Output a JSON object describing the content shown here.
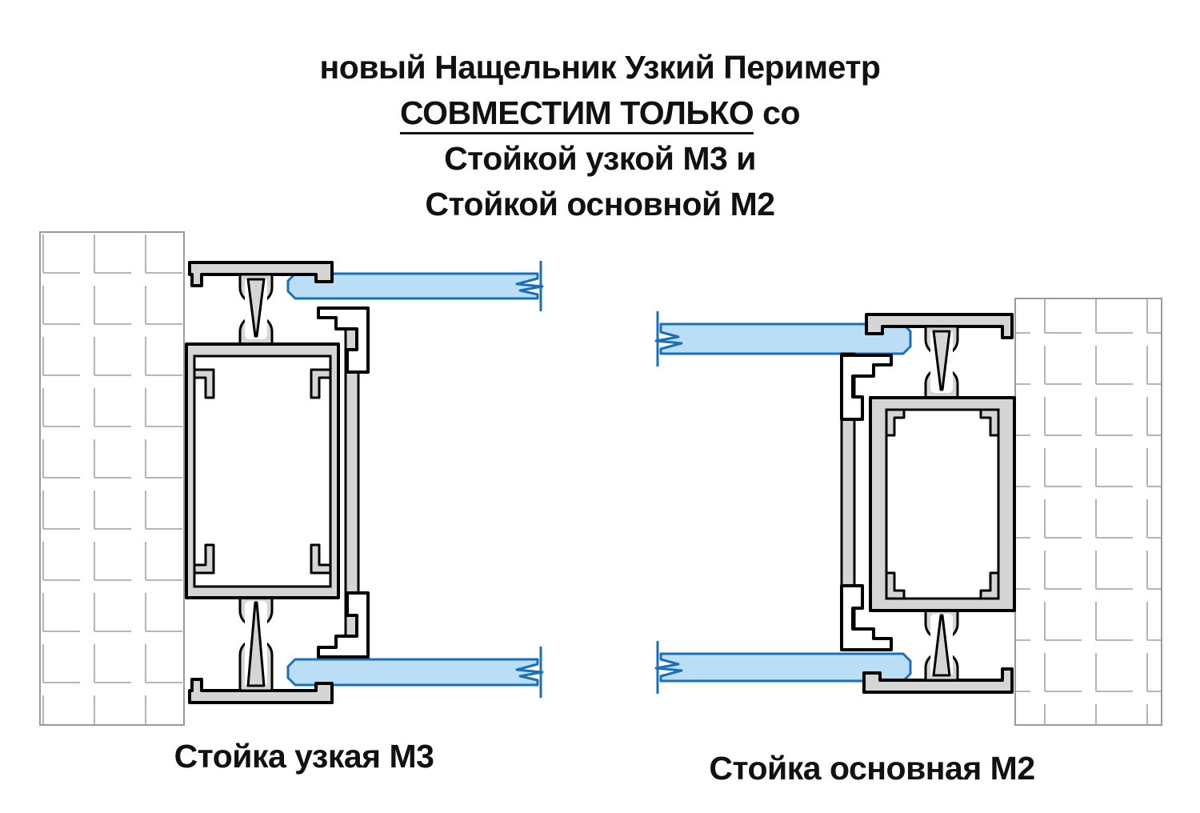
{
  "title": {
    "line1": "новый Нащельник Узкий Периметр",
    "line2_underlined": "СОВМЕСТИМ ТОЛЬКО",
    "line2_rest": " со",
    "line3": "Стойкой узкой М3 и",
    "line4": "Стойкой основной М2"
  },
  "diagrams": {
    "left": {
      "label": "Стойка узкая М3"
    },
    "right": {
      "label": "Стойка основная М2"
    }
  },
  "colors": {
    "background": "#ffffff",
    "text": "#111111",
    "outline": "#000000",
    "profile-fill": "#d5d5d5",
    "chamber-fill": "#ffffff",
    "glass-fill": "#badef5",
    "glass-stroke": "#1a6fb8",
    "wall-line": "#b5b5b5",
    "wall-border": "#9a9a9a"
  }
}
